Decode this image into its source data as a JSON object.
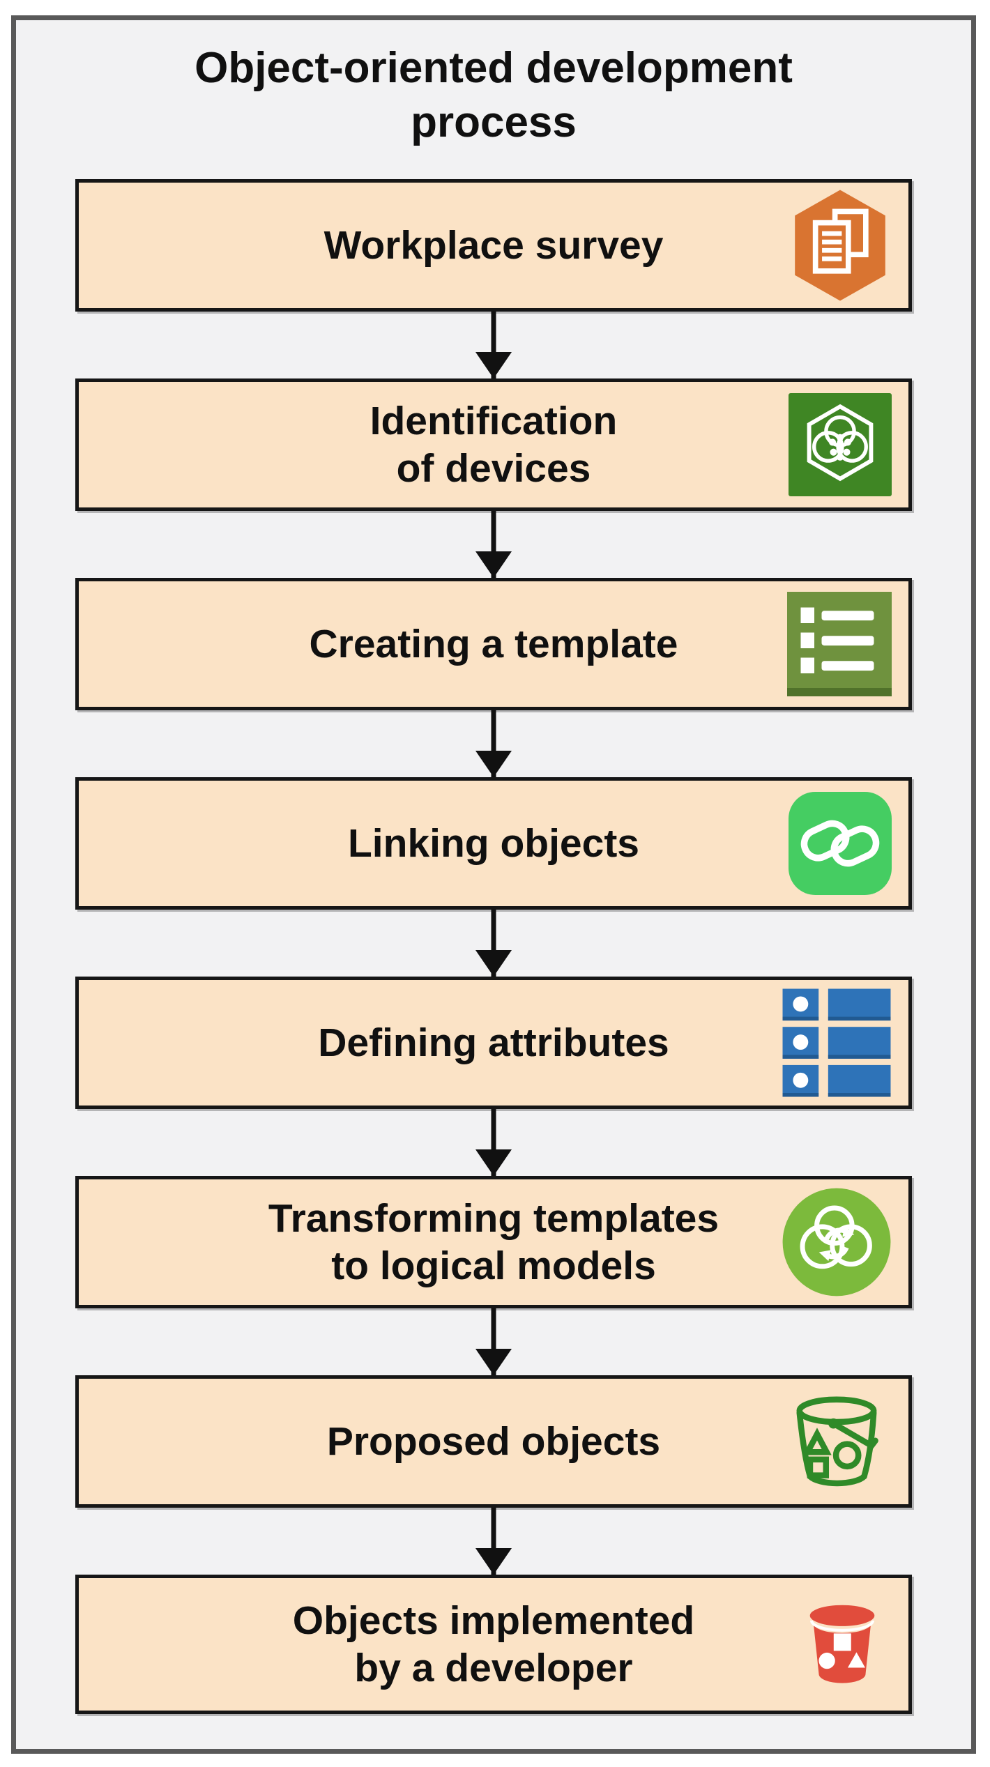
{
  "title": "Object-oriented development\nprocess",
  "steps": [
    {
      "label": "Workplace survey",
      "icon": "workplace-survey-icon",
      "icon_color": "#D97431"
    },
    {
      "label": "Identification\nof devices",
      "icon": "device-cluster-icon",
      "icon_color": "#3F8624"
    },
    {
      "label": "Creating a template",
      "icon": "template-list-icon",
      "icon_color": "#6F923E"
    },
    {
      "label": "Linking objects",
      "icon": "link-icon",
      "icon_color": "#45CD62"
    },
    {
      "label": "Defining attributes",
      "icon": "attributes-grid-icon",
      "icon_color": "#2E73B8"
    },
    {
      "label": "Transforming templates\nto logical models",
      "icon": "cloud-sync-icon",
      "icon_color": "#7CBA3C"
    },
    {
      "label": "Proposed objects",
      "icon": "bucket-outline-icon",
      "icon_color": "#2F8A28"
    },
    {
      "label": "Objects implemented\nby a developer",
      "icon": "bucket-filled-icon",
      "icon_color": "#E14C3C"
    }
  ],
  "colors": {
    "box_fill": "#FBE3C6",
    "box_border": "#161616",
    "frame_fill": "#F2F2F3",
    "frame_border": "#595959",
    "arrow": "#111111",
    "text": "#101010"
  }
}
